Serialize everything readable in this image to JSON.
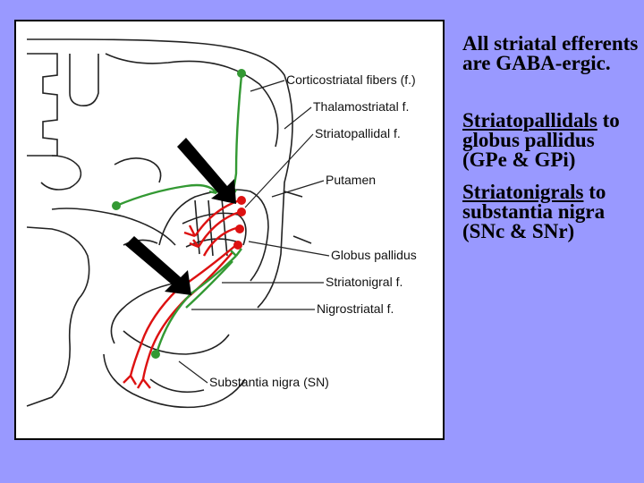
{
  "figure": {
    "labels": {
      "corticostriatal": "Corticostriatal fibers (f.)",
      "thalamostriatal": "Thalamostriatal f.",
      "striatopallidal": "Striatopallidal f.",
      "putamen": "Putamen",
      "globus_pallidus": "Globus pallidus",
      "striatonigral": "Striatonigral f.",
      "nigrostriatal": "Nigrostriatal f.",
      "substantia_nigra": "Substantia nigra (SN)"
    },
    "colors": {
      "gaba_efferent": "#dd1111",
      "afferent": "#339933",
      "arrow": "#000000",
      "background": "#9999ff"
    }
  },
  "bullets": [
    {
      "text": "All striatal efferents are GABA-ergic."
    },
    {
      "term": "Striatopallidals",
      "rest": " to globus pallidus (GPe & GPi)"
    },
    {
      "term": "Striatonigrals",
      "rest": " to substantia nigra (SNc & SNr)"
    }
  ]
}
